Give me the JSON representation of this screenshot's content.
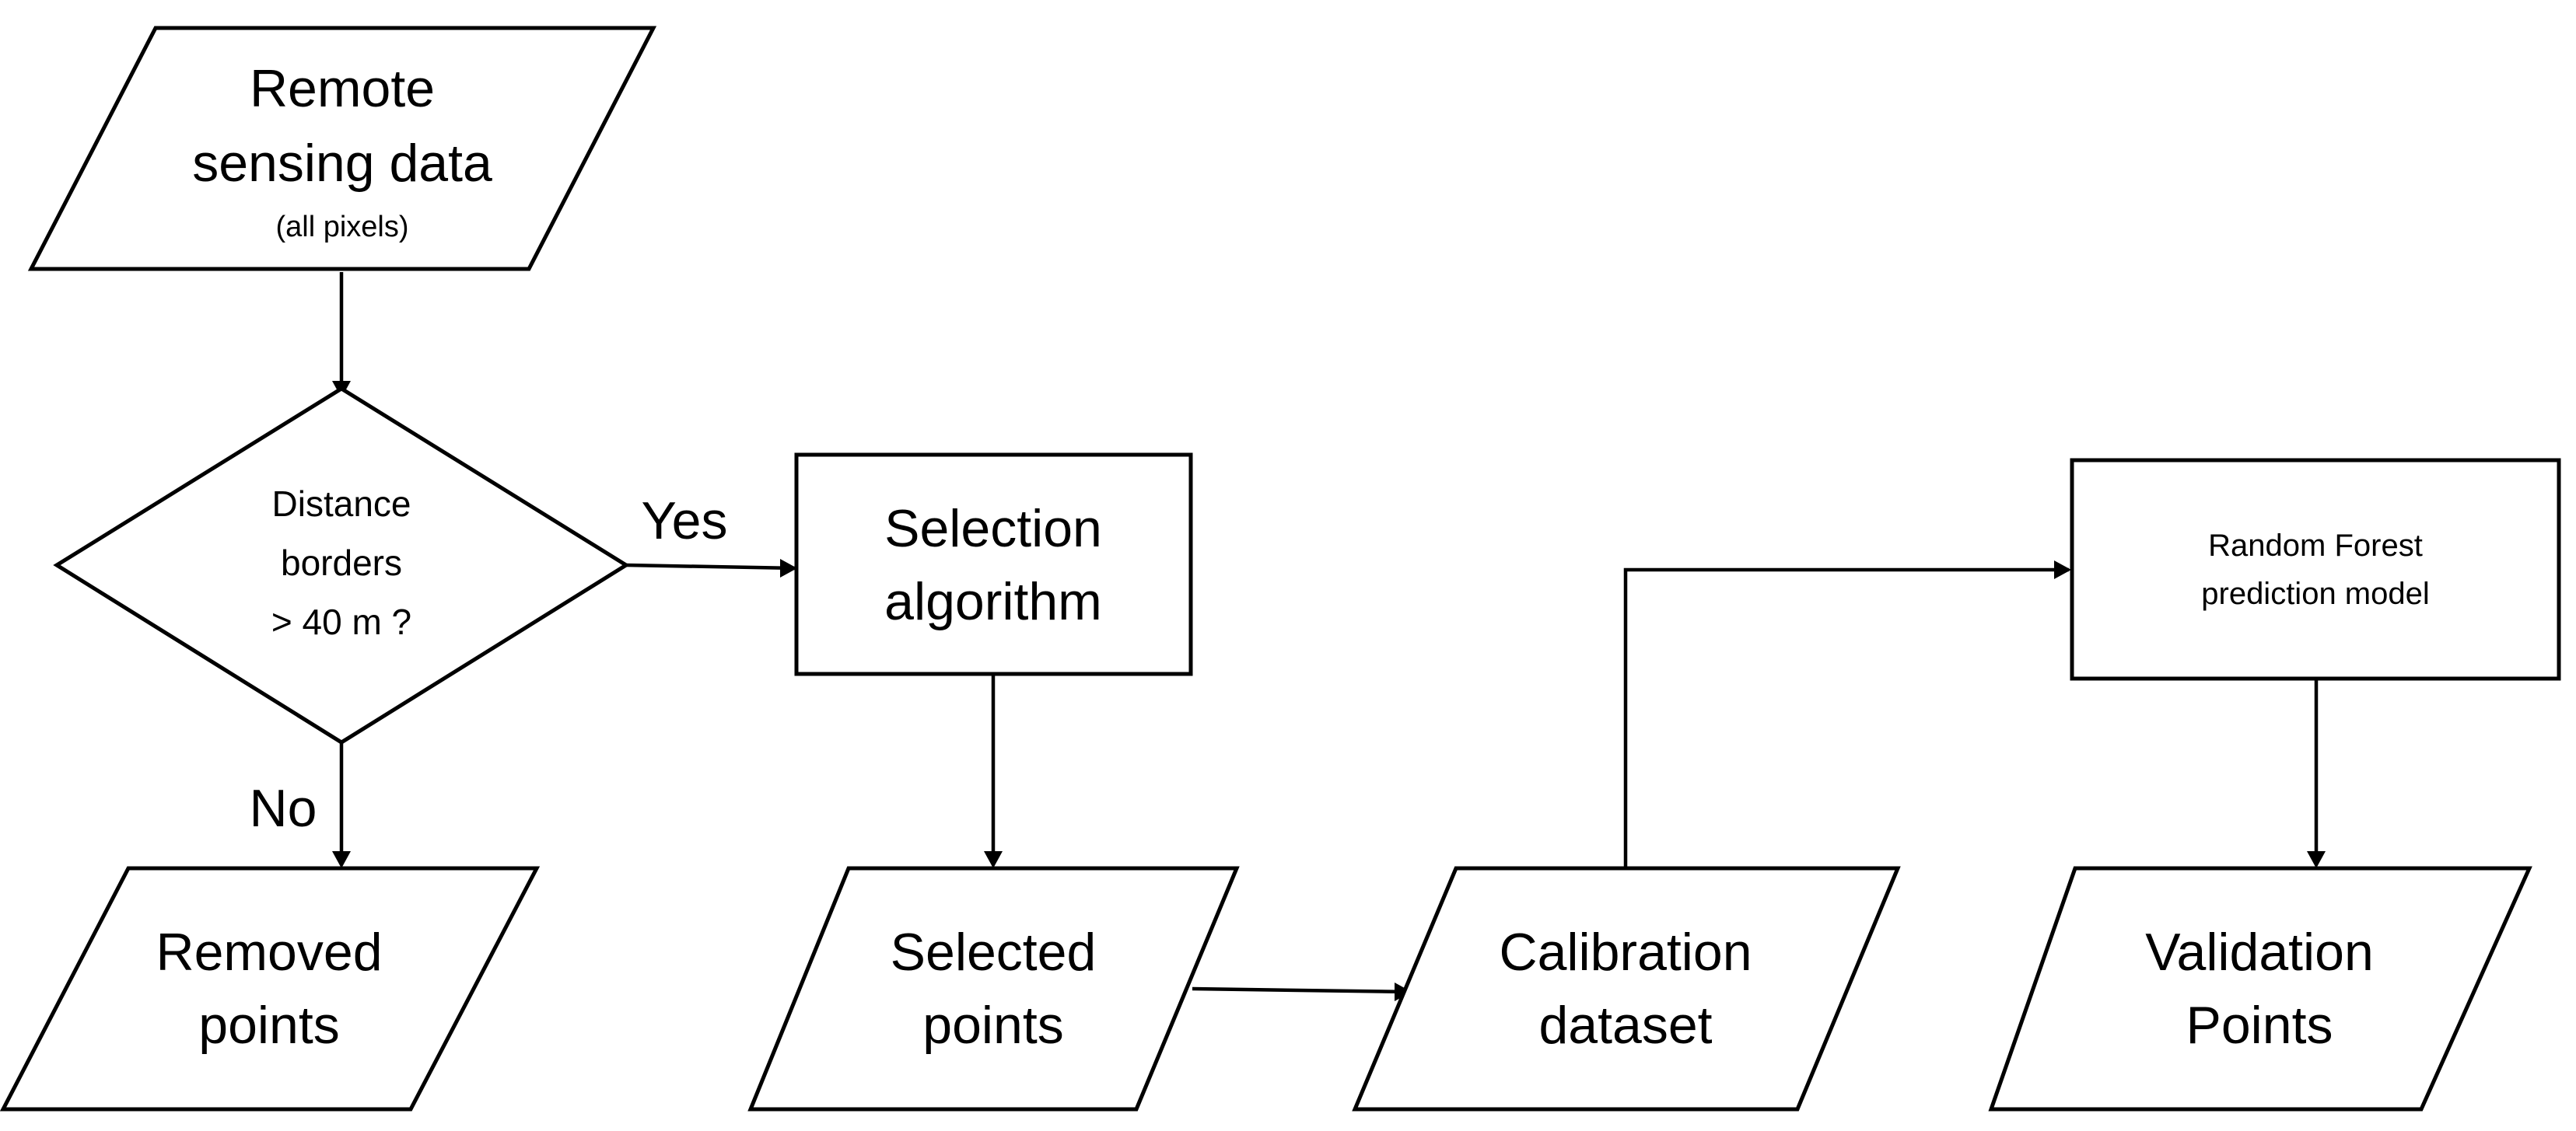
{
  "nodes": {
    "remote_sensing": {
      "line1": "Remote",
      "line2": "sensing data",
      "line3": "(all pixels)"
    },
    "distance_decision": {
      "line1": "Distance",
      "line2": "borders",
      "line3": "> 40 m ?"
    },
    "selection_algorithm": {
      "line1": "Selection",
      "line2": "algorithm"
    },
    "removed_points": {
      "line1": "Removed",
      "line2": "points"
    },
    "selected_points": {
      "line1": "Selected",
      "line2": "points"
    },
    "calibration_dataset": {
      "line1": "Calibration",
      "line2": "dataset"
    },
    "random_forest": {
      "line1": "Random Forest",
      "line2": "prediction model"
    },
    "validation_points": {
      "line1": "Validation",
      "line2": "Points"
    }
  },
  "edges": {
    "yes_label": "Yes",
    "no_label": "No"
  }
}
